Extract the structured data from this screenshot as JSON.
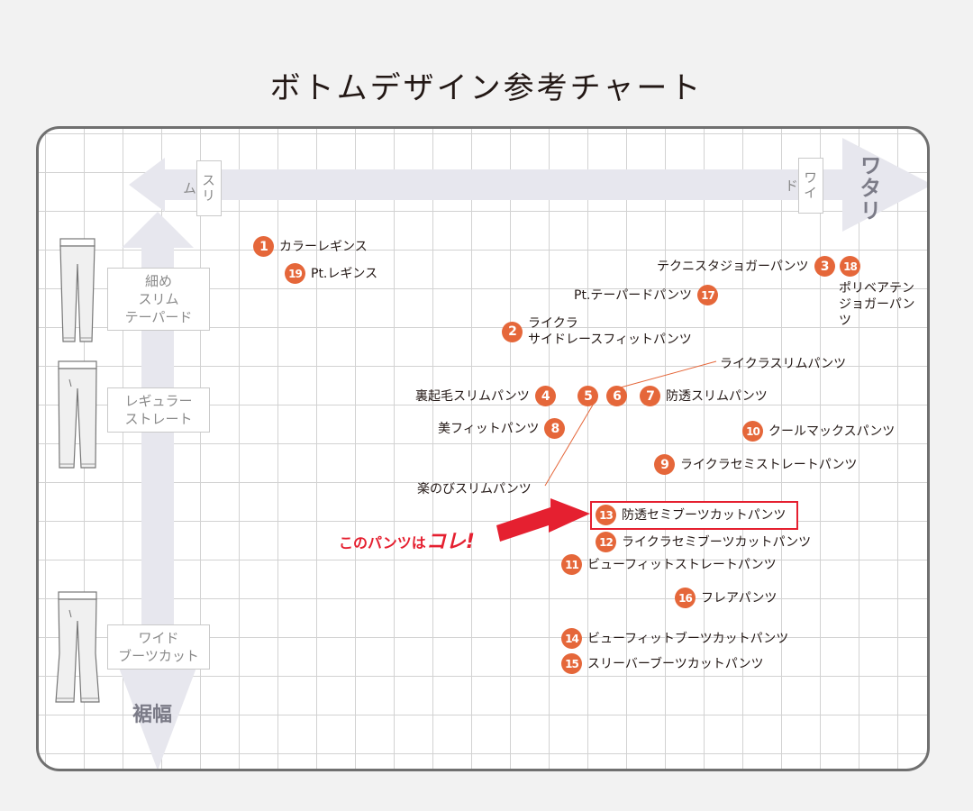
{
  "title": "ボトムデザイン参考チャート",
  "axes": {
    "horizontal": {
      "left_tag": "スリム",
      "right_tag": "ワイド",
      "label": "ワタリ"
    },
    "vertical": {
      "label": "裾幅"
    }
  },
  "silhouettes": [
    {
      "line1": "細め",
      "line2": "スリム",
      "line3": "テーパード"
    },
    {
      "line1": "レギュラー",
      "line2": "ストレート"
    },
    {
      "line1": "ワイド",
      "line2": "ブーツカット"
    }
  ],
  "items": [
    {
      "no": "1",
      "name": "カラーレギンス"
    },
    {
      "no": "2",
      "name1": "ライクラ",
      "name2": "サイドレースフィットパンツ"
    },
    {
      "no": "3",
      "name": "テクニスタジョガーパンツ"
    },
    {
      "no": "4",
      "name": "裏起毛スリムパンツ"
    },
    {
      "no": "5"
    },
    {
      "no": "6"
    },
    {
      "no": "7",
      "name": "防透スリムパンツ"
    },
    {
      "no": "8",
      "name": "美フィットパンツ"
    },
    {
      "no": "9",
      "name": "ライクラセミストレートパンツ"
    },
    {
      "no": "10",
      "name": "クールマックスパンツ"
    },
    {
      "no": "11",
      "name": "ビューフィットストレートパンツ"
    },
    {
      "no": "12",
      "name": "ライクラセミブーツカットパンツ"
    },
    {
      "no": "13",
      "name": "防透セミブーツカットパンツ"
    },
    {
      "no": "14",
      "name": "ビューフィットブーツカットパンツ"
    },
    {
      "no": "15",
      "name": "スリーバーブーツカットパンツ"
    },
    {
      "no": "16",
      "name": "フレアパンツ"
    },
    {
      "no": "17",
      "name": "Pt.テーパードパンツ"
    },
    {
      "no": "18",
      "name1": "ポリベアテン",
      "name2": "ジョガーパンツ"
    },
    {
      "no": "19",
      "name": "Pt.レギンス"
    }
  ],
  "pointer_labels": {
    "lycra_slim": "ライクラスリムパンツ",
    "raku_nobi": "楽のびスリムパンツ"
  },
  "callout": {
    "prefix": "このパンツは",
    "emphasis": "コレ!"
  },
  "colors": {
    "badge": "#e5673a",
    "highlight": "#e52030",
    "axis_arrow": "#e7e7ee",
    "grid": "#d2d2d2",
    "border": "#707070"
  }
}
